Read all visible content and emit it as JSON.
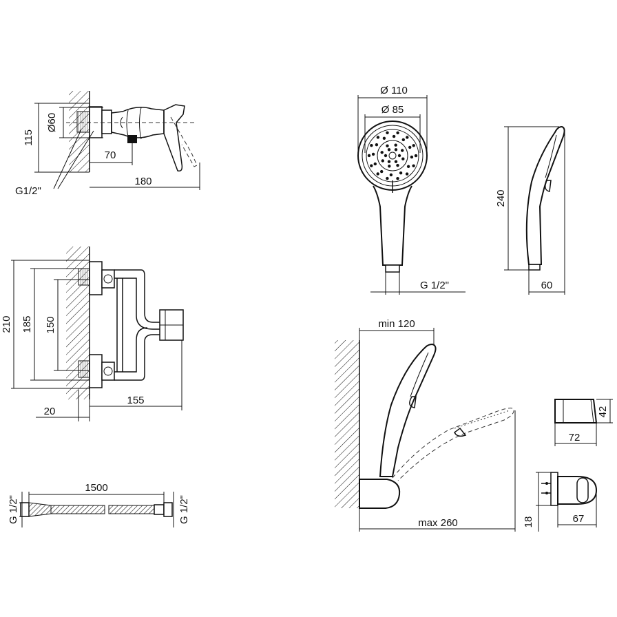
{
  "dims": {
    "mixer_top": {
      "d60": "Ø60",
      "h115": "115",
      "d70": "70",
      "w180": "180",
      "thread": "G1/2\""
    },
    "mixer_front": {
      "h210": "210",
      "h185": "185",
      "h150": "150",
      "w20": "20",
      "w155": "155"
    },
    "hose": {
      "length": "1500",
      "thread_left": "G 1/2\"",
      "thread_right": "G 1/2\""
    },
    "hand_shower": {
      "d110": "Ø 110",
      "d85": "Ø 85",
      "thread": "G 1/2\"",
      "length": "240",
      "depth": "60"
    },
    "installation": {
      "min": "min 120",
      "max": "max 260"
    },
    "holder": {
      "h42": "42",
      "w72": "72",
      "w67": "67",
      "h18": "18"
    }
  }
}
